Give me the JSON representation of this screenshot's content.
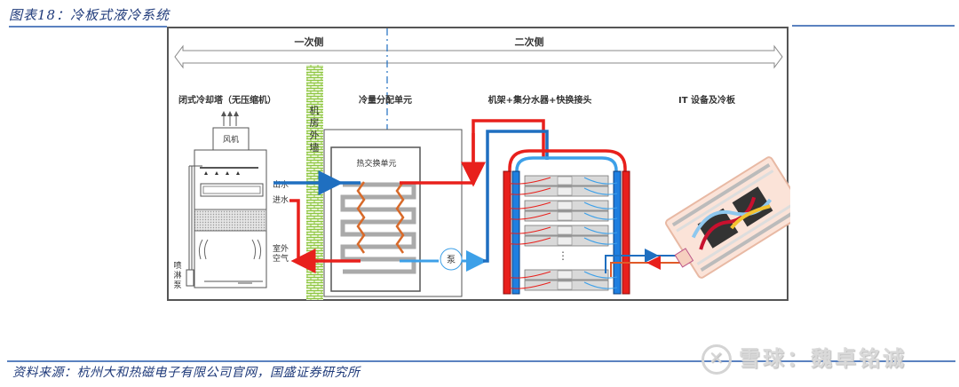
{
  "figure": {
    "title": "图表18：冷板式液冷系统",
    "source": "资料来源：杭州大和热磁电子有限公司官网，国盛证券研究所",
    "watermark": "雪球：魏卓铭诚"
  },
  "diagram": {
    "sides": {
      "primary": "一次侧",
      "secondary": "二次侧"
    },
    "sections": {
      "cooling_tower": "闭式冷却塔（无压缩机）",
      "wall": [
        "机",
        "房",
        "外",
        "墙"
      ],
      "cdu": "冷量分配单元",
      "rack": "机架+集分水器+快换接头",
      "it": "IT 设备及冷板"
    },
    "labels": {
      "fan": "风机",
      "water_out": "出水",
      "water_in": "进水",
      "outdoor_air_1": "室外",
      "outdoor_air_2": "空气",
      "spray_pump": [
        "喷",
        "淋",
        "泵"
      ],
      "heat_exchanger": "热交换单元",
      "pump": "泵",
      "ellipsis": "⋮"
    },
    "colors": {
      "hot": "#e8201c",
      "cold": "#1f6fc0",
      "cold_light": "#3da0e8",
      "coil": "#d86a2a",
      "wall": "#8dc63f",
      "frame": "#555555",
      "text_blue": "#1f3a7a",
      "rule": "#5b82c0"
    }
  }
}
